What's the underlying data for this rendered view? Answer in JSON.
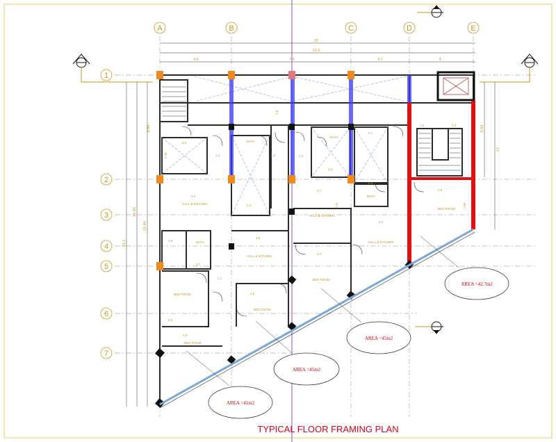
{
  "title": "TYPICAL FLOOR FRAMING PLAN",
  "grid_columns": [
    "A",
    "B",
    "C",
    "D",
    "E"
  ],
  "grid_rows": [
    "1",
    "2",
    "3",
    "4",
    "5",
    "6",
    "7"
  ],
  "dimensions": {
    "overall_1": "20",
    "overall_2": "19.9",
    "span_ab": "4.6",
    "span_bc": "7.6",
    "span_cd": "3.7",
    "span_de": "4",
    "left_total": "21.1",
    "left_1": "19.42",
    "left_2": "15.48",
    "top_left": "6.64",
    "right_1": "6.64",
    "right_2": "15"
  },
  "rooms": [
    {
      "label": "BATH"
    },
    {
      "label": "BATH"
    },
    {
      "label": "BATH"
    },
    {
      "label": "BATH"
    },
    {
      "label": "HALL & KITCHEN"
    },
    {
      "label": "HALL & KITCHEN"
    },
    {
      "label": "HALL & KITCHEN"
    },
    {
      "label": "HALL & KITCHEN"
    },
    {
      "label": "BED ROOM"
    },
    {
      "label": "BED ROOM"
    },
    {
      "label": "BED ROOM"
    },
    {
      "label": "BED ROOM"
    },
    {
      "label": "BED ROOM"
    }
  ],
  "room_dims": [
    "5.2",
    "2.38",
    "1.2",
    "5.3",
    "2.3",
    "4.15",
    "1.2",
    "2.4",
    "3.7",
    "5.1",
    "2.1",
    "4.2",
    "3.8",
    "3.7",
    "3.8",
    "1.8",
    "2.7",
    "1.1",
    "2.9",
    "2.9",
    "4.5",
    "3.3",
    "2.85",
    "3.8",
    "1.3",
    "1.3"
  ],
  "areas": [
    {
      "label": "AREA =42.7m2"
    },
    {
      "label": "AREA =45m2"
    },
    {
      "label": "AREA =45m2"
    },
    {
      "label": "AREA =41m2"
    }
  ],
  "colors": {
    "grid": "#c8961e",
    "wall": "#2b2b2b",
    "column": "#f08a1e",
    "beam_blue": "#3a3af0",
    "beam_red": "#e01010",
    "diagonal": "#7aa6d9",
    "border": "#e8c66a",
    "title": "#d2001e"
  }
}
